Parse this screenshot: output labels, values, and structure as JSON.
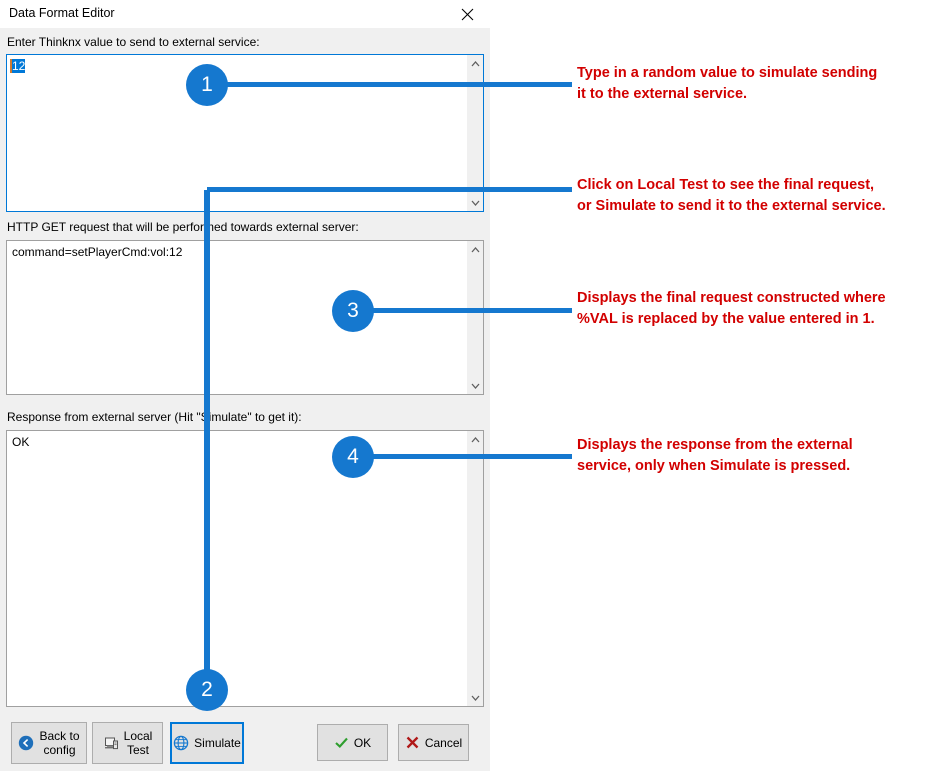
{
  "window": {
    "title": "Data Format Editor",
    "close_icon": "close-icon"
  },
  "sections": [
    {
      "label": "Enter Thinknx value to send to external service:",
      "value": "12",
      "selected": true,
      "focused": true
    },
    {
      "label": "HTTP GET request that will be performed towards external server:",
      "value": "command=setPlayerCmd:vol:12",
      "selected": false,
      "focused": false
    },
    {
      "label": "Response from external server (Hit \"Simulate\" to get it):",
      "value": "OK",
      "selected": false,
      "focused": false
    }
  ],
  "buttons": [
    {
      "id": "back-to-config",
      "label": "Back to\nconfig",
      "icon": "back-arrow-icon",
      "default": false
    },
    {
      "id": "local-test",
      "label": "Local\nTest",
      "icon": "computer-icon",
      "default": false
    },
    {
      "id": "simulate",
      "label": "Simulate",
      "icon": "globe-icon",
      "default": true
    },
    {
      "id": "ok",
      "label": "OK",
      "icon": "check-icon",
      "default": false
    },
    {
      "id": "cancel",
      "label": "Cancel",
      "icon": "cross-icon",
      "default": false
    }
  ],
  "annotations": [
    {
      "number": "1",
      "text": "Type in a random value to simulate sending\nit to the external service."
    },
    {
      "number": "2",
      "text": "Click on Local Test to see the final request,\nor Simulate to send it to the external service."
    },
    {
      "number": "3",
      "text": "Displays the final request constructed where\n%VAL is replaced by the value entered in 1."
    },
    {
      "number": "4",
      "text": "Displays the response from the external\nservice, only when Simulate is pressed."
    }
  ],
  "colors": {
    "annotation_text": "#d20000",
    "callout_blue": "#1578cf",
    "focus_blue": "#0078d7",
    "selection_blue": "#0078d7",
    "ok_green": "#2e9e2e",
    "cancel_red": "#b01818"
  }
}
